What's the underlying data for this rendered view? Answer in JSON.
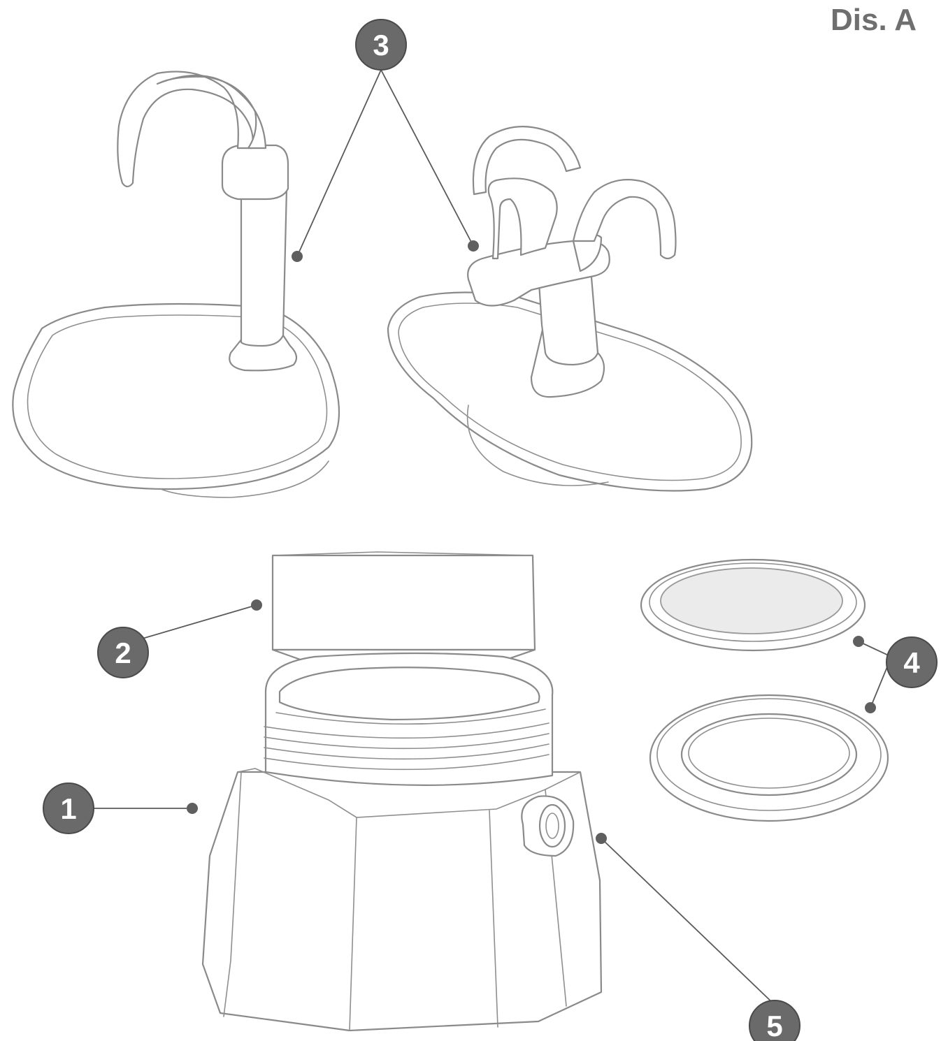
{
  "title": "Dis. A",
  "callouts": [
    {
      "id": "1",
      "label": "1"
    },
    {
      "id": "2",
      "label": "2"
    },
    {
      "id": "3",
      "label": "3"
    },
    {
      "id": "4",
      "label": "4"
    },
    {
      "id": "5",
      "label": "5"
    }
  ]
}
